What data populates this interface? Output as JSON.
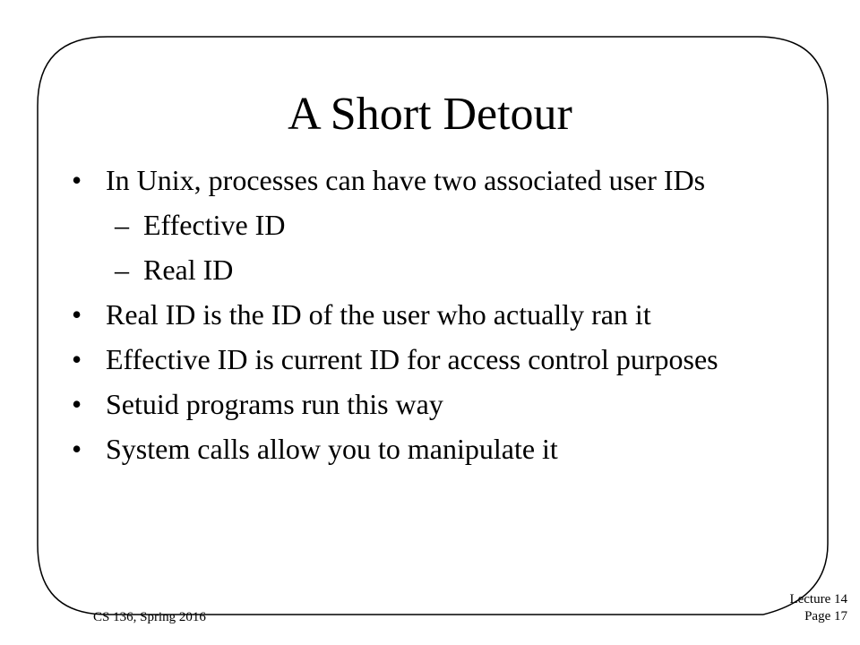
{
  "slide": {
    "title": "A Short Detour",
    "bullets": [
      {
        "type": "bullet",
        "marker": "•",
        "text": "In Unix, processes can have two associated user IDs"
      },
      {
        "type": "sub",
        "marker": "–",
        "text": "Effective ID"
      },
      {
        "type": "sub",
        "marker": "–",
        "text": "Real ID"
      },
      {
        "type": "bullet",
        "marker": "•",
        "text": "Real ID is the ID of the user who actually ran it"
      },
      {
        "type": "bullet",
        "marker": "•",
        "text": "Effective ID is current ID for access control purposes"
      },
      {
        "type": "bullet",
        "marker": "•",
        "text": "Setuid programs run this way"
      },
      {
        "type": "bullet",
        "marker": "•",
        "text": "System calls allow you to manipulate it"
      }
    ]
  },
  "footer": {
    "course": "CS 136, Spring 2016",
    "lecture": "Lecture 14",
    "page": "Page 17"
  }
}
